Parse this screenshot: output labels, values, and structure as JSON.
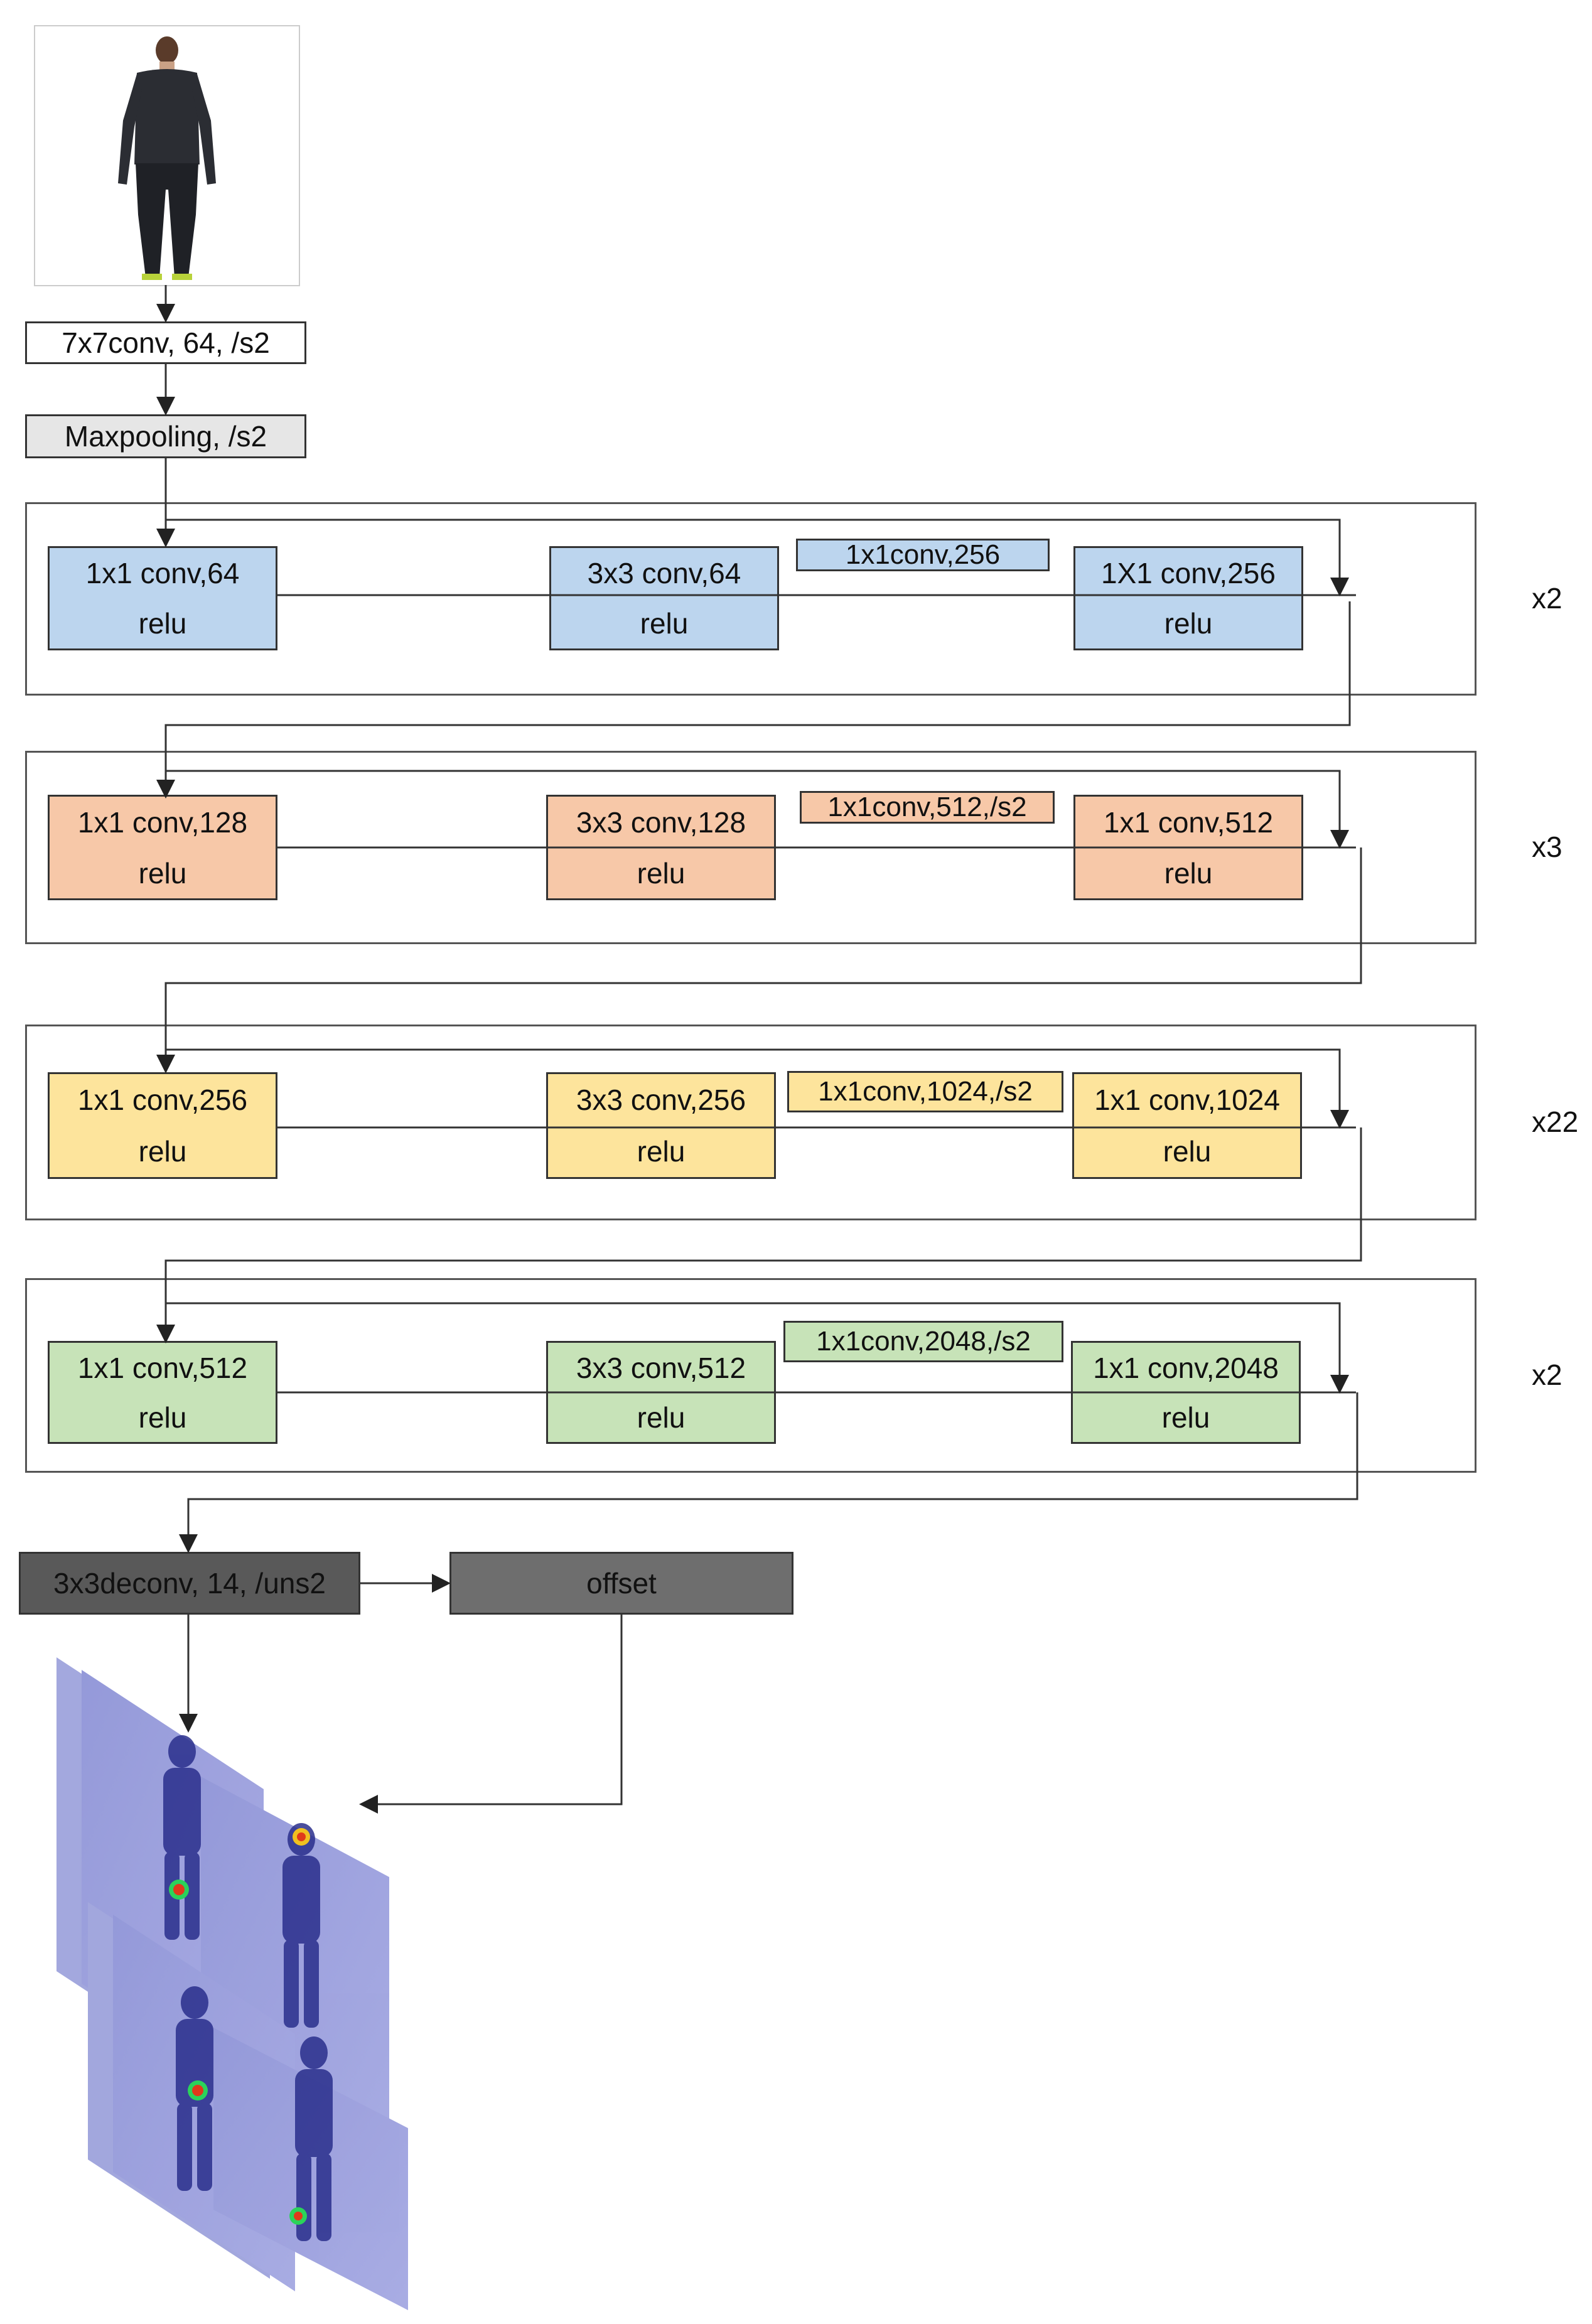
{
  "input_image": {
    "description_icon": "person-photo-icon"
  },
  "stem": {
    "conv": "7x7conv, 64, /s2",
    "pool": "Maxpooling, /s2"
  },
  "stages": [
    {
      "color": "#bcd5ee",
      "repeat": "x2",
      "b1_top": "1x1 conv,64",
      "b1_bot": "relu",
      "b2_top": "3x3 conv,64",
      "b2_bot": "relu",
      "short": "1x1conv,256",
      "b3_top": "1X1 conv,256",
      "b3_bot": "relu"
    },
    {
      "color": "#f7c8a8",
      "repeat": "x3",
      "b1_top": "1x1 conv,128",
      "b1_bot": "relu",
      "b2_top": "3x3 conv,128",
      "b2_bot": "relu",
      "short": "1x1conv,512,/s2",
      "b3_top": "1x1 conv,512",
      "b3_bot": "relu"
    },
    {
      "color": "#fde49c",
      "repeat": "x22",
      "b1_top": "1x1 conv,256",
      "b1_bot": "relu",
      "b2_top": "3x3 conv,256",
      "b2_bot": "relu",
      "short": "1x1conv,1024,/s2",
      "b3_top": "1x1 conv,1024",
      "b3_bot": "relu"
    },
    {
      "color": "#c7e3b8",
      "repeat": "x2",
      "b1_top": "1x1 conv,512",
      "b1_bot": "relu",
      "b2_top": "3x3 conv,512",
      "b2_bot": "relu",
      "short": "1x1conv,2048,/s2",
      "b3_top": "1x1 conv,2048",
      "b3_bot": "relu"
    }
  ],
  "head": {
    "deconv": "3x3deconv, 14, /uns2",
    "offset": "offset",
    "deconv_color": "#595959",
    "offset_color": "#6e6e6e"
  },
  "output": {
    "description_icon": "heatmap-stack-icon"
  }
}
